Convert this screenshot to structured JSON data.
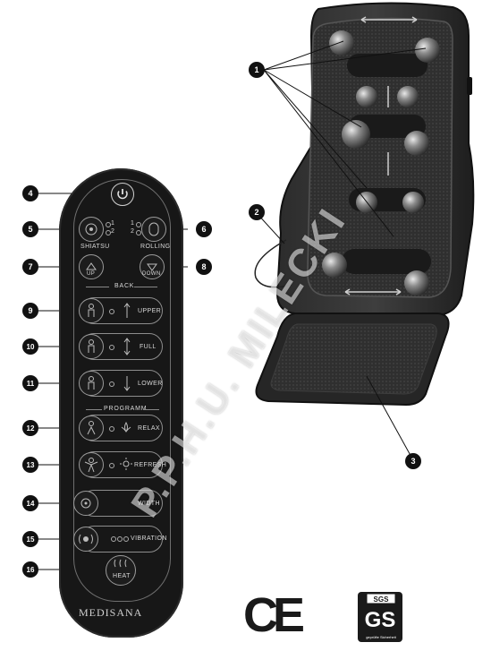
{
  "remote": {
    "labels": {
      "shiatsu": "SHIATSU",
      "rolling": "ROLLING",
      "up": "UP",
      "down": "DOWN",
      "back": "BACK",
      "upper": "UPPER",
      "full": "FULL",
      "lower": "LOWER",
      "programm": "PROGRAMM",
      "relax": "RELAX",
      "refresh": "REFRESH",
      "width": "WIDTH",
      "vibration": "VIBRATION",
      "heat": "HEAT"
    },
    "brand": "MEDISANA"
  },
  "callouts": [
    "1",
    "2",
    "3",
    "4",
    "5",
    "6",
    "7",
    "8",
    "9",
    "10",
    "11",
    "12",
    "13",
    "14",
    "15",
    "16"
  ],
  "watermark": "P.P.H.U. MILECKI",
  "marks": {
    "ce": "CE",
    "sgs": "SGS",
    "gs": "GS",
    "gs_sub": "geprüfte Sicherheit"
  }
}
